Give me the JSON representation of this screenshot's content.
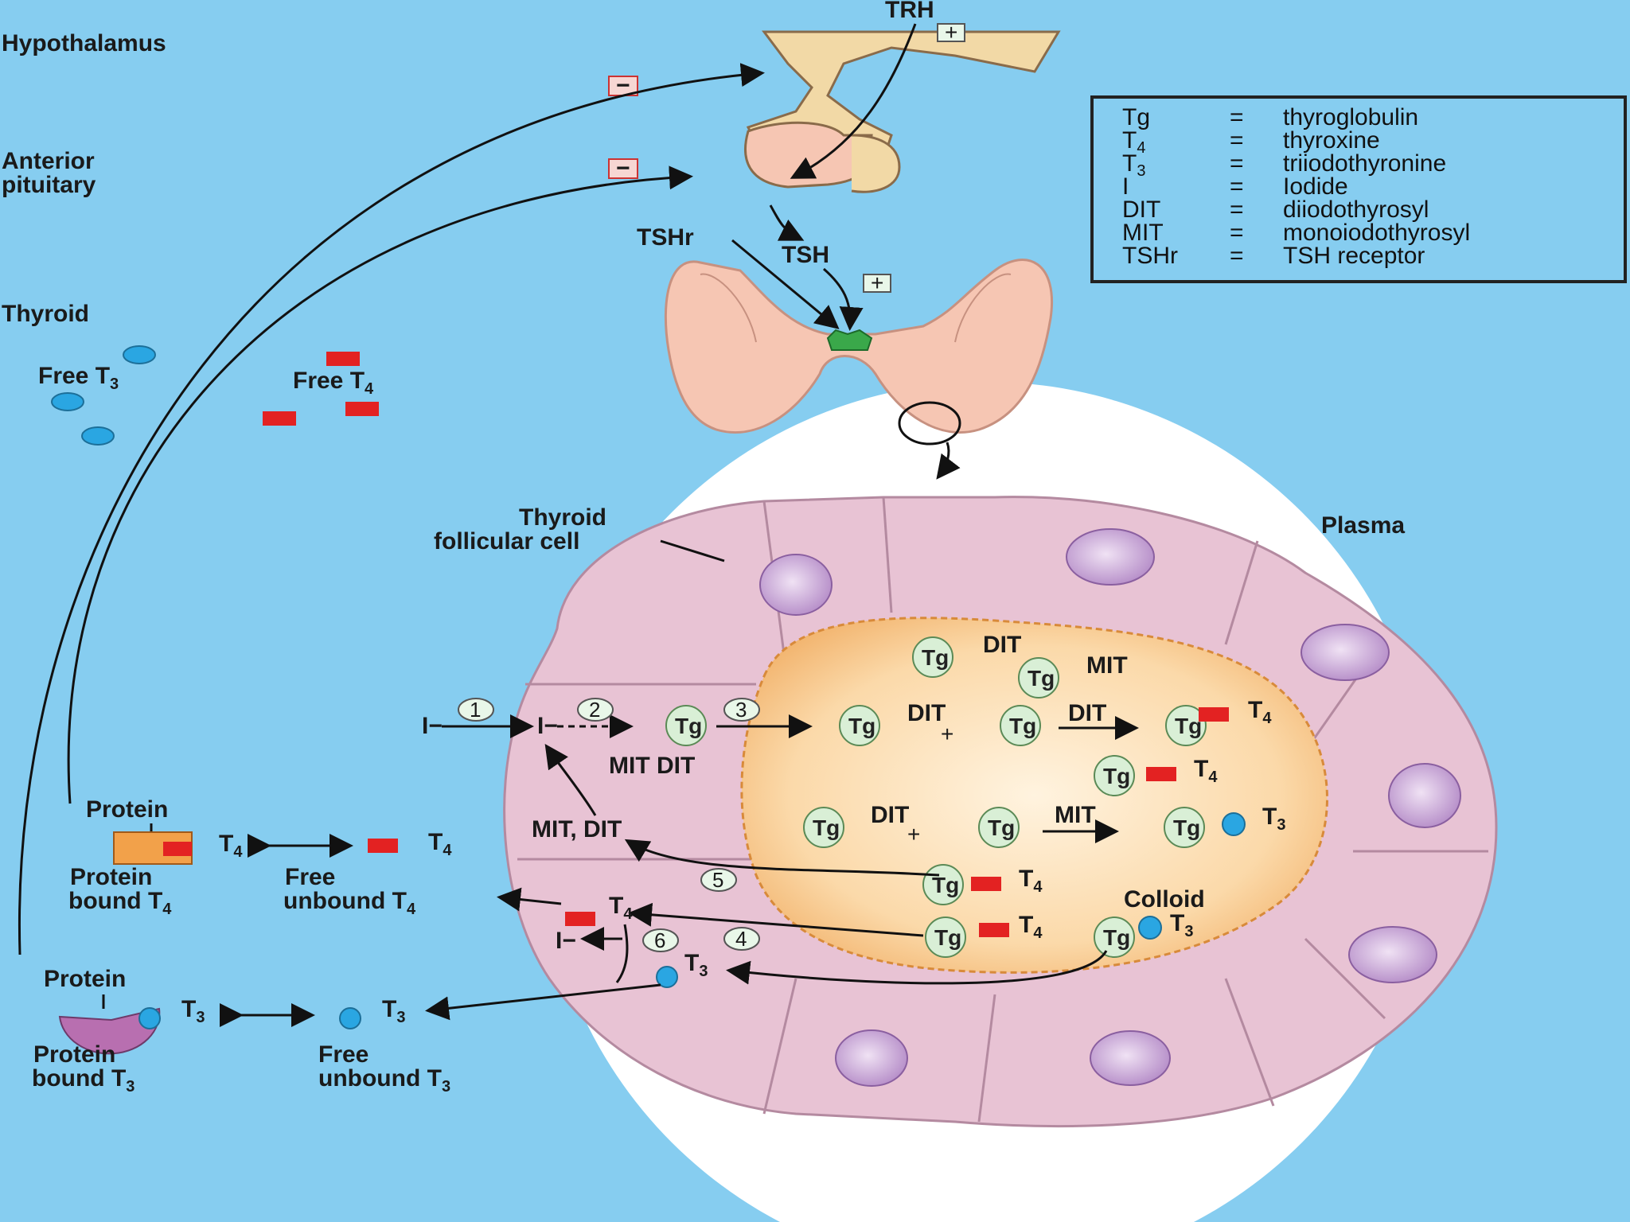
{
  "regions": {
    "hypothalamus": "Hypothalamus",
    "anterior_pituitary_line1": "Anterior",
    "anterior_pituitary_line2": "pituitary",
    "thyroid": "Thyroid"
  },
  "hormones": {
    "trh": "TRH",
    "tsh": "TSH",
    "tshr": "TSHr"
  },
  "signs": {
    "plus": "+",
    "minus": "−"
  },
  "legend": [
    {
      "abbr": "Tg",
      "abbr_sub": "",
      "eq": "=",
      "meaning": "thyroglobulin"
    },
    {
      "abbr": "T",
      "abbr_sub": "4",
      "eq": "=",
      "meaning": "thyroxine"
    },
    {
      "abbr": "T",
      "abbr_sub": "3",
      "eq": "=",
      "meaning": "triiodothyronine"
    },
    {
      "abbr": "I",
      "abbr_sub": "",
      "eq": "=",
      "meaning": "Iodide"
    },
    {
      "abbr": "DIT",
      "abbr_sub": "",
      "eq": "=",
      "meaning": "diiodothyrosyl"
    },
    {
      "abbr": "MIT",
      "abbr_sub": "",
      "eq": "=",
      "meaning": "monoiodothyrosyl"
    },
    {
      "abbr": "TSHr",
      "abbr_sub": "",
      "eq": "=",
      "meaning": "TSH receptor"
    }
  ],
  "free_pool": {
    "free_t3": "Free T",
    "free_t4": "Free T",
    "sub3": "3",
    "sub4": "4"
  },
  "follicle": {
    "cell_label_line1": "Thyroid",
    "cell_label_line2": "follicular cell",
    "plasma": "Plasma",
    "colloid": "Colloid",
    "tg": "Tg",
    "dit": "DIT",
    "mit": "MIT",
    "mit_dit_pair": "MIT DIT",
    "mit_dit_recycle": "MIT, DIT",
    "iodide": "I",
    "iodide_charge": "−",
    "t": "T",
    "sub3": "3",
    "sub4": "4",
    "steps": [
      "1",
      "2",
      "3",
      "4",
      "5",
      "6"
    ]
  },
  "circulation": {
    "protein": "Protein",
    "protein_bound_line1": "Protein",
    "protein_bound_t4_line2": "bound T",
    "protein_bound_t3_line2": "bound T",
    "free": "Free",
    "free_unbound_t4_line2": "unbound T",
    "free_unbound_t3_line2": "unbound T",
    "sub3": "3",
    "sub4": "4"
  },
  "colors": {
    "background": "#86cdf0",
    "t4_square": "#e32222",
    "t3_circle": "#2aa6e2",
    "gland": "#f6c6b3",
    "cell": "#e8c3d4",
    "colloid": "#f7c88f",
    "receptor": "#3aa84a"
  }
}
